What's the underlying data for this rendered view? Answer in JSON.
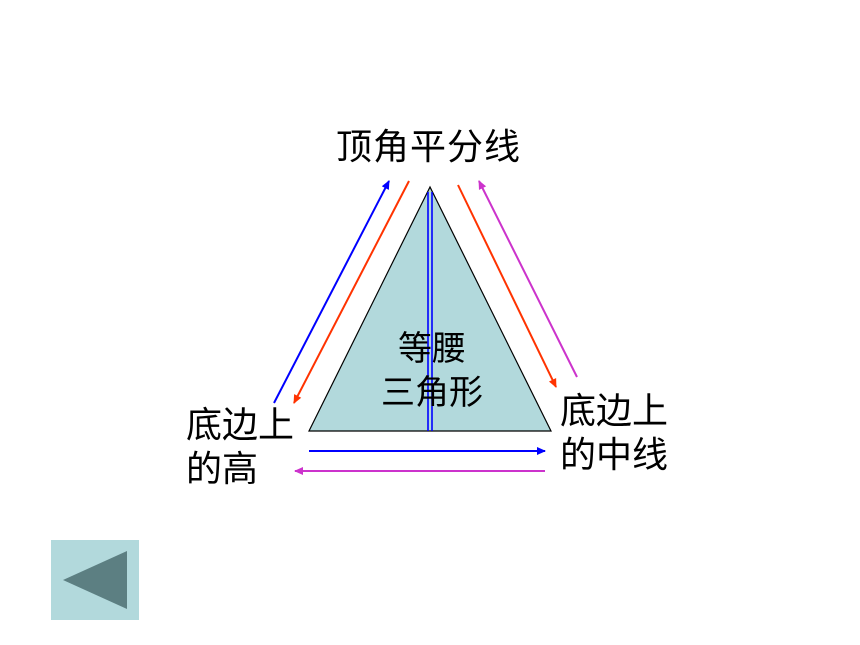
{
  "labels": {
    "top": "顶角平分线",
    "left_line1": "底边上",
    "left_line2": "的高",
    "right_line1": "底边上",
    "right_line2": "的中线",
    "center_line1": "等腰",
    "center_line2": "三角形"
  },
  "colors": {
    "triangle_fill": "#b2d9dc",
    "triangle_stroke": "#000000",
    "arrow_blue": "#0000ff",
    "arrow_red": "#ff3300",
    "arrow_magenta": "#cc33cc",
    "button_bg": "#b2d9dc",
    "button_icon": "#5c7f82"
  },
  "nav": {
    "back_icon": "triangle-left-icon"
  }
}
